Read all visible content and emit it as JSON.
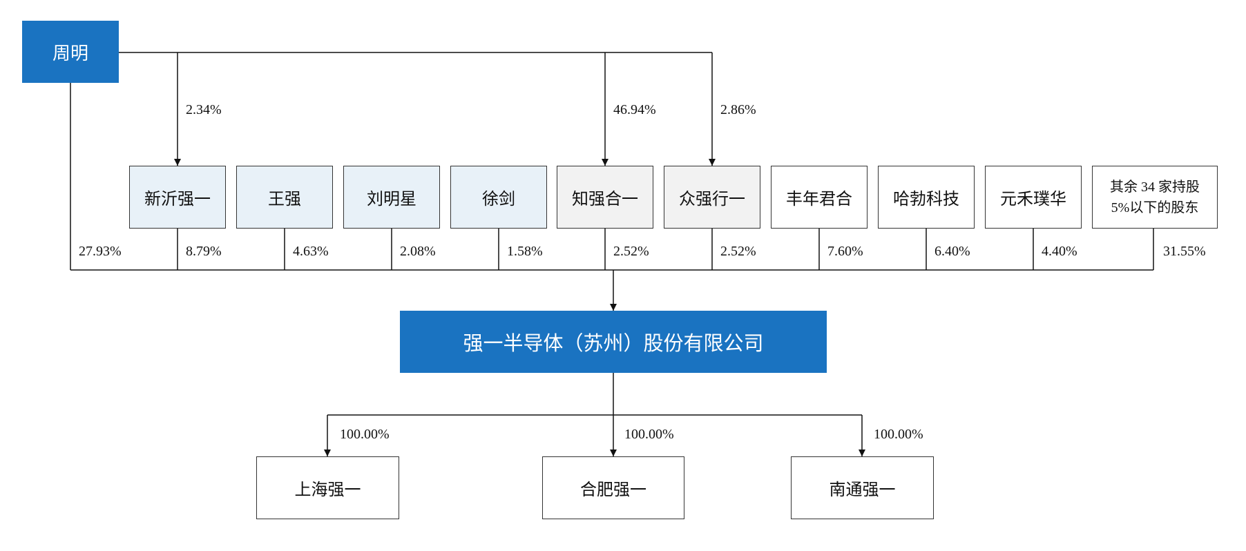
{
  "diagram": {
    "controller": {
      "name": "周明"
    },
    "direct_stakes": [
      {
        "target": "新沂强一",
        "percent": "2.34%"
      },
      {
        "target": "知强合一",
        "percent": "46.94%"
      },
      {
        "target": "众强行一",
        "percent": "2.86%"
      }
    ],
    "controller_stake_in_company": "27.93%",
    "shareholders": [
      {
        "name": "新沂强一",
        "percent": "8.79%"
      },
      {
        "name": "王强",
        "percent": "4.63%"
      },
      {
        "name": "刘明星",
        "percent": "2.08%"
      },
      {
        "name": "徐剑",
        "percent": "1.58%"
      },
      {
        "name": "知强合一",
        "percent": "2.52%"
      },
      {
        "name": "众强行一",
        "percent": "2.52%"
      },
      {
        "name": "丰年君合",
        "percent": "7.60%"
      },
      {
        "name": "哈勃科技",
        "percent": "6.40%"
      },
      {
        "name": "元禾璞华",
        "percent": "4.40%"
      },
      {
        "name_line1": "其余 34 家持股",
        "name_line2": "5%以下的股东",
        "percent": "31.55%"
      }
    ],
    "company": {
      "name": "强一半导体（苏州）股份有限公司"
    },
    "subsidiaries": [
      {
        "name": "上海强一",
        "percent": "100.00%"
      },
      {
        "name": "合肥强一",
        "percent": "100.00%"
      },
      {
        "name": "南通强一",
        "percent": "100.00%"
      }
    ],
    "colors": {
      "primary_blue": "#1a73c1",
      "light_blue_fill": "#e8f1f8",
      "light_gray_fill": "#f2f2f2",
      "line": "#111111"
    }
  }
}
